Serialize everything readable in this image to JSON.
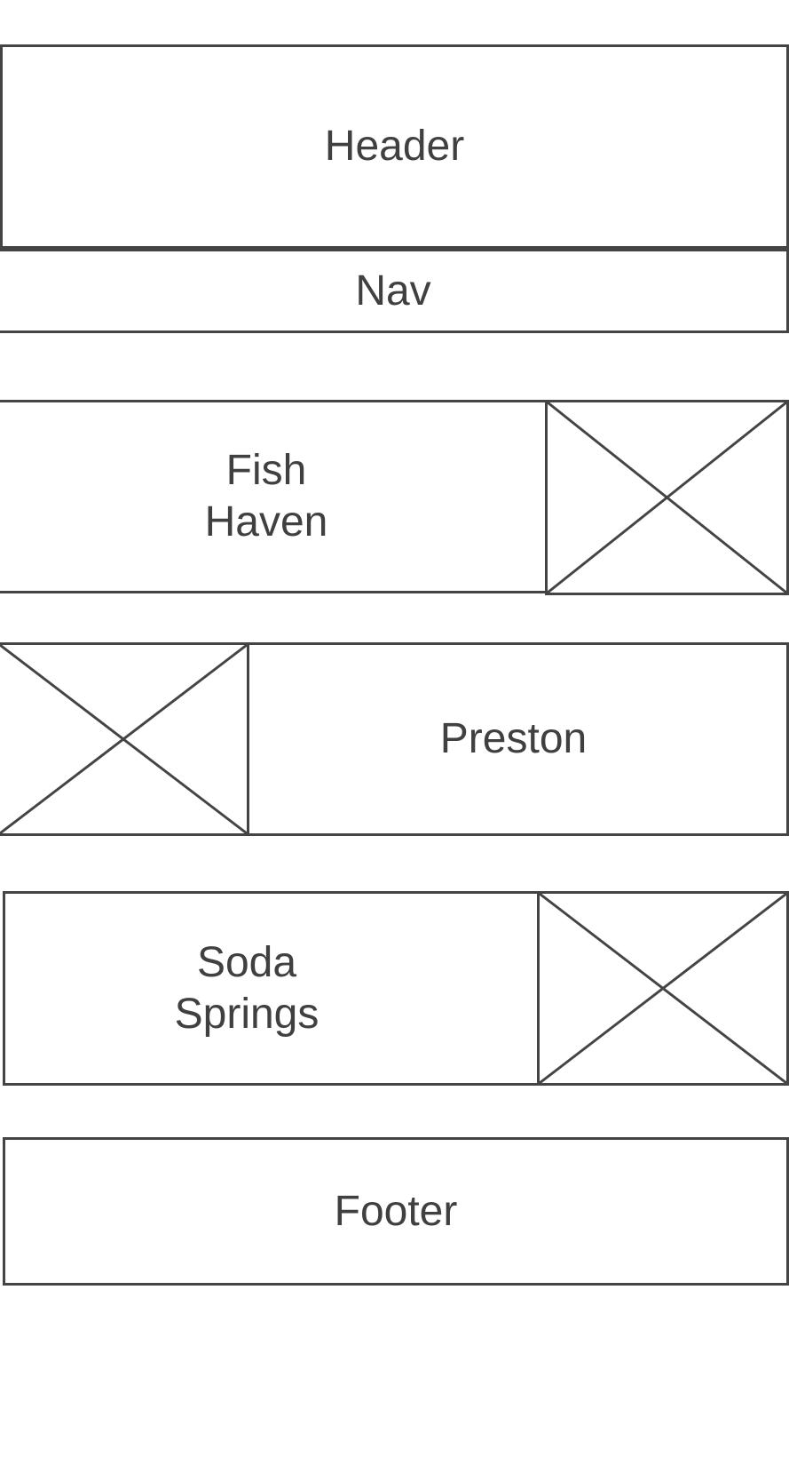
{
  "header": {
    "label": "Header"
  },
  "nav": {
    "label": "Nav"
  },
  "sections": [
    {
      "label": "Fish\nHaven",
      "image": "image-placeholder-icon"
    },
    {
      "label": "Preston",
      "image": "image-placeholder-icon"
    },
    {
      "label": "Soda\nSprings",
      "image": "image-placeholder-icon"
    }
  ],
  "footer": {
    "label": "Footer"
  },
  "colors": {
    "stroke": "#444444",
    "text": "#404040",
    "background": "#ffffff"
  }
}
